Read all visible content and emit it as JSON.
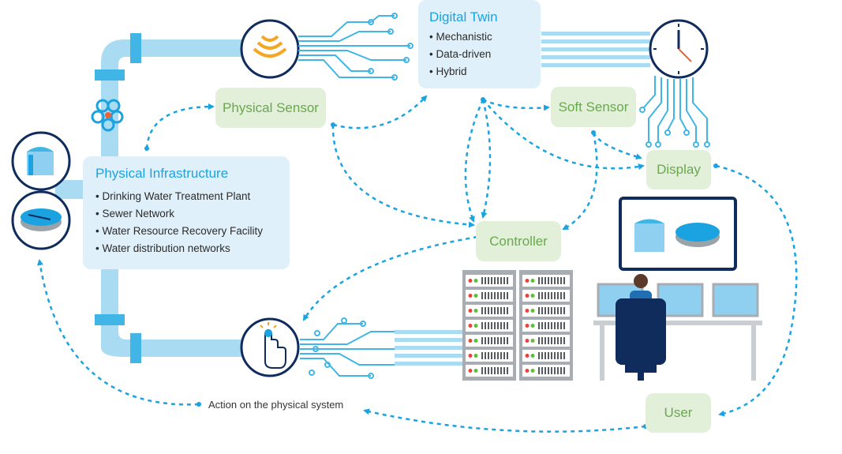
{
  "digital_twin": {
    "title": "Digital Twin",
    "items": [
      "Mechanistic",
      "Data-driven",
      "Hybrid"
    ]
  },
  "physical_infrastructure": {
    "title": "Physical Infrastructure",
    "items": [
      "Drinking Water Treatment Plant",
      "Sewer Network",
      "Water Resource Recovery Facility",
      "Water distribution networks"
    ]
  },
  "nodes": {
    "physical_sensor": "Physical Sensor",
    "soft_sensor": "Soft Sensor",
    "display": "Display",
    "controller": "Controller",
    "user": "User"
  },
  "action_label": "Action on the physical system",
  "icons": [
    "sensor-waves-icon",
    "clock-icon",
    "touch-hand-icon",
    "water-tank-icon",
    "clarifier-icon",
    "valve-icon",
    "server-rack-icon",
    "operator-workstation-icon"
  ],
  "colors": {
    "accent": "#1aa3e0",
    "pipe": "#a9dcf3",
    "navy": "#0f2c5c",
    "green_text": "#6aa84f",
    "green_box": "#e2efd9",
    "blue_box": "#dff0fa"
  }
}
